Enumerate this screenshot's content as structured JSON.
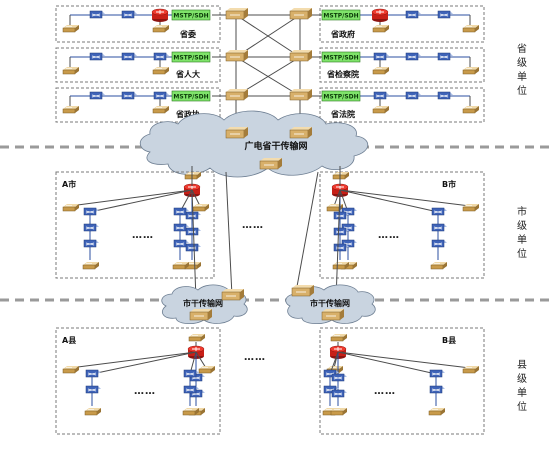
{
  "tiers": {
    "province": [
      "省",
      "级",
      "单",
      "位"
    ],
    "city": [
      "市",
      "级",
      "单",
      "位"
    ],
    "county": [
      "县",
      "级",
      "单",
      "位"
    ]
  },
  "province": {
    "units_left": [
      "省委",
      "省人大",
      "省政协"
    ],
    "units_right": [
      "省政府",
      "省检察院",
      "省法院"
    ],
    "mstp_label": "MSTP/SDH",
    "backbone_label": "广电省干传输网"
  },
  "city": {
    "left_label": "A市",
    "right_label": "B市",
    "middle_ellipsis": "……",
    "ellipsis": "……",
    "network_label": "市干传输网"
  },
  "county": {
    "left_label": "A县",
    "right_label": "B县",
    "middle_ellipsis": "……",
    "ellipsis": "……"
  },
  "colors": {
    "router": "#d9261c",
    "switch": "#c89a4a",
    "mstp": "#7fe36a",
    "cloud": "#c9d4e0",
    "separator": "#9a9a9a"
  }
}
